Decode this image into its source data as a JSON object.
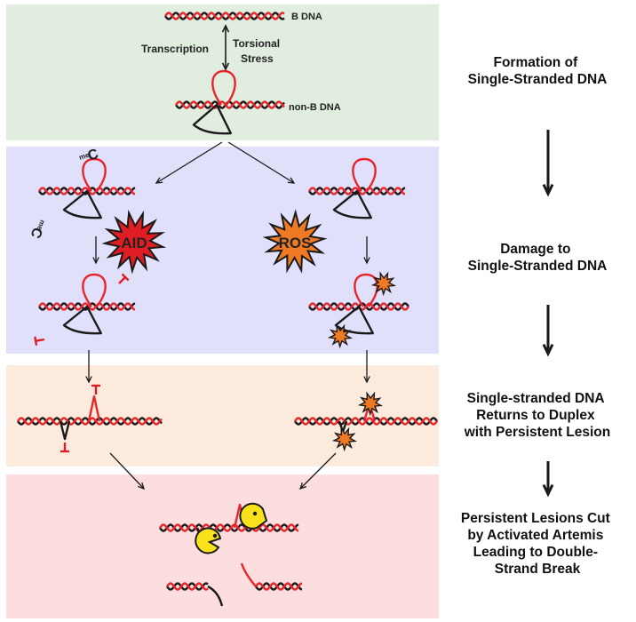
{
  "diagram": {
    "labels": {
      "b_dna": "B DNA",
      "transcription": "Transcription",
      "torsional_line1": "Torsional",
      "torsional_line2": "Stress",
      "non_b_dna": "non-B DNA",
      "aid": "AID",
      "ros": "ROS",
      "me_c": "C",
      "me_prefix": "me"
    },
    "steps": [
      [
        "Formation of",
        "Single-Stranded DNA"
      ],
      [
        "Damage to",
        "Single-Stranded DNA"
      ],
      [
        "Single-stranded DNA",
        "Returns to Duplex",
        "with Persistent Lesion"
      ],
      [
        "Persistent Lesions Cut",
        "by Activated Artemis",
        "Leading to Double-",
        "Strand Break"
      ]
    ],
    "colors": {
      "panel_green": "#e1eedf",
      "panel_blue": "#e0e0fb",
      "panel_orange": "#fcebdc",
      "panel_red": "#fcdede",
      "strand_red": "#e8252b",
      "strand_black": "#1a1a1a",
      "aid_red": "#e01d22",
      "ros_orange": "#f07a23",
      "methyl_green": "#2f7a2f",
      "pacman_yellow": "#f9e21c"
    }
  }
}
